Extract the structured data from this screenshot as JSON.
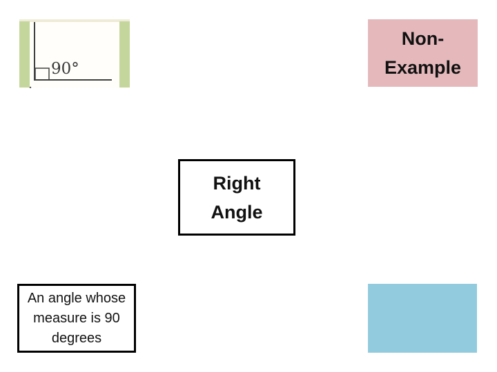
{
  "slide": {
    "term": "Right\nAngle",
    "definition": "An angle whose\nmeasure is 90\ndegrees",
    "non_example_label": "Non-\nExample",
    "example_image": {
      "description": "right-angle-diagram",
      "angle_label": "90°"
    }
  },
  "colors": {
    "non_example_bg": "#e5b9bc",
    "answer_box_bg": "#92cbdd",
    "image_bar_green": "#c4d69b",
    "image_strip_cream": "#eeecd7",
    "box_border": "#000000",
    "text": "#111111",
    "drawing_stroke": "#404040"
  }
}
